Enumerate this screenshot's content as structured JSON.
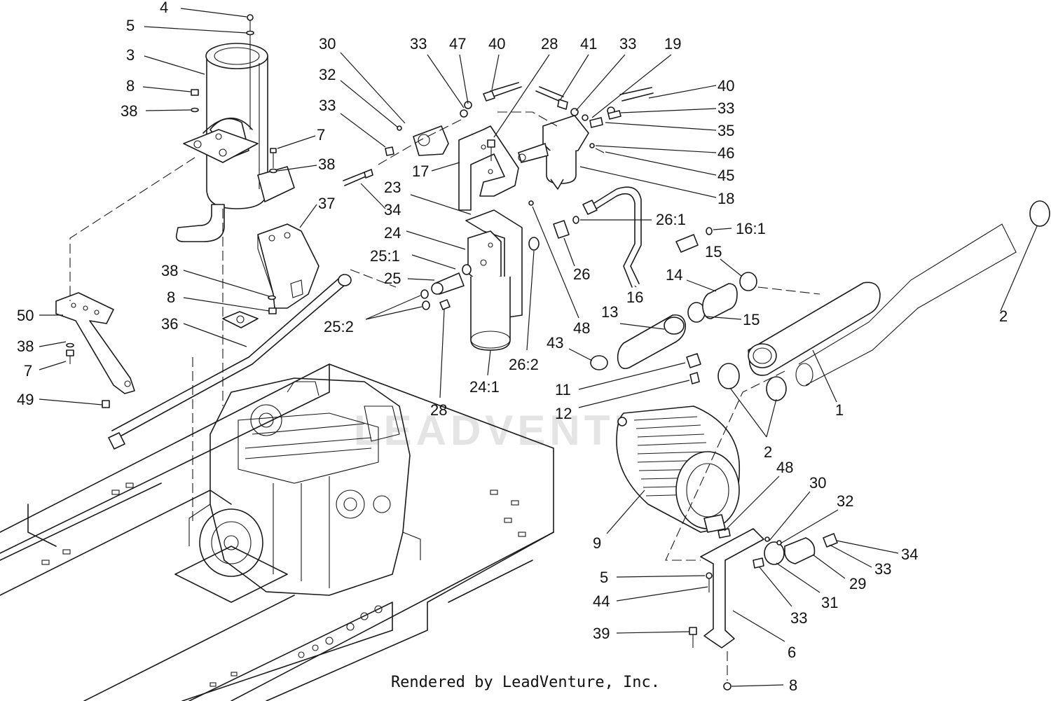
{
  "footer": {
    "credit": "Rendered by LeadVenture, Inc."
  },
  "watermark": {
    "text": "LEADVENTURE"
  },
  "callouts": [
    {
      "id": "c4",
      "label": "4"
    },
    {
      "id": "c5a",
      "label": "5"
    },
    {
      "id": "c3",
      "label": "3"
    },
    {
      "id": "c8a",
      "label": "8"
    },
    {
      "id": "c38a",
      "label": "38"
    },
    {
      "id": "c7a",
      "label": "7"
    },
    {
      "id": "c38b",
      "label": "38"
    },
    {
      "id": "c37",
      "label": "37"
    },
    {
      "id": "c38c",
      "label": "38"
    },
    {
      "id": "c8b",
      "label": "8"
    },
    {
      "id": "c36",
      "label": "36"
    },
    {
      "id": "c50",
      "label": "50"
    },
    {
      "id": "c38d",
      "label": "38"
    },
    {
      "id": "c7b",
      "label": "7"
    },
    {
      "id": "c49",
      "label": "49"
    },
    {
      "id": "c30a",
      "label": "30"
    },
    {
      "id": "c32a",
      "label": "32"
    },
    {
      "id": "c33a",
      "label": "33"
    },
    {
      "id": "c34a",
      "label": "34"
    },
    {
      "id": "c33b",
      "label": "33"
    },
    {
      "id": "c47",
      "label": "47"
    },
    {
      "id": "c40a",
      "label": "40"
    },
    {
      "id": "c28a",
      "label": "28"
    },
    {
      "id": "c41",
      "label": "41"
    },
    {
      "id": "c33c",
      "label": "33"
    },
    {
      "id": "c19",
      "label": "19"
    },
    {
      "id": "c17",
      "label": "17"
    },
    {
      "id": "c23",
      "label": "23"
    },
    {
      "id": "c24",
      "label": "24"
    },
    {
      "id": "c25_1",
      "label": "25:1"
    },
    {
      "id": "c25",
      "label": "25"
    },
    {
      "id": "c25_2",
      "label": "25:2"
    },
    {
      "id": "c28b",
      "label": "28"
    },
    {
      "id": "c24_1",
      "label": "24:1"
    },
    {
      "id": "c26_2",
      "label": "26:2"
    },
    {
      "id": "c48a",
      "label": "48"
    },
    {
      "id": "c40b",
      "label": "40"
    },
    {
      "id": "c33d",
      "label": "33"
    },
    {
      "id": "c35",
      "label": "35"
    },
    {
      "id": "c46",
      "label": "46"
    },
    {
      "id": "c45",
      "label": "45"
    },
    {
      "id": "c18",
      "label": "18"
    },
    {
      "id": "c26_1",
      "label": "26:1"
    },
    {
      "id": "c16_1",
      "label": "16:1"
    },
    {
      "id": "c26",
      "label": "26"
    },
    {
      "id": "c16",
      "label": "16"
    },
    {
      "id": "c15a",
      "label": "15"
    },
    {
      "id": "c14",
      "label": "14"
    },
    {
      "id": "c15b",
      "label": "15"
    },
    {
      "id": "c13",
      "label": "13"
    },
    {
      "id": "c43",
      "label": "43"
    },
    {
      "id": "c11",
      "label": "11"
    },
    {
      "id": "c12",
      "label": "12"
    },
    {
      "id": "c2a",
      "label": "2"
    },
    {
      "id": "c1",
      "label": "1"
    },
    {
      "id": "c2b",
      "label": "2"
    },
    {
      "id": "c9",
      "label": "9"
    },
    {
      "id": "c48b",
      "label": "48"
    },
    {
      "id": "c30b",
      "label": "30"
    },
    {
      "id": "c32b",
      "label": "32"
    },
    {
      "id": "c34b",
      "label": "34"
    },
    {
      "id": "c33e",
      "label": "33"
    },
    {
      "id": "c29",
      "label": "29"
    },
    {
      "id": "c31",
      "label": "31"
    },
    {
      "id": "c33f",
      "label": "33"
    },
    {
      "id": "c5b",
      "label": "5"
    },
    {
      "id": "c44",
      "label": "44"
    },
    {
      "id": "c39",
      "label": "39"
    },
    {
      "id": "c6",
      "label": "6"
    },
    {
      "id": "c8c",
      "label": "8"
    }
  ]
}
